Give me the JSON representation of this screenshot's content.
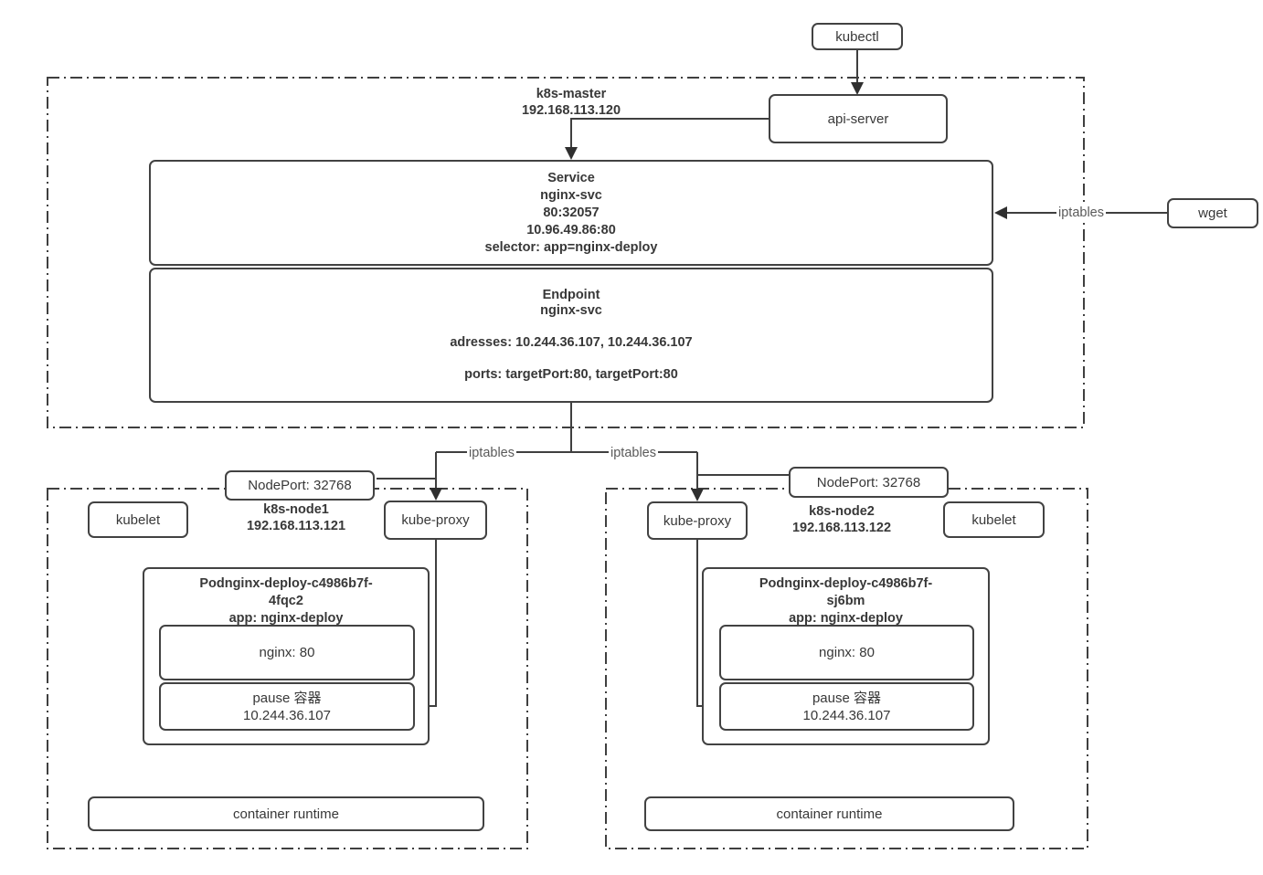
{
  "colors": {
    "stroke": "#3f3f3f",
    "text": "#383838",
    "muted_label": "#5a5a5a",
    "background": "#ffffff"
  },
  "kubectl": {
    "label": "kubectl"
  },
  "master": {
    "title": "k8s-master\n192.168.113.120",
    "api_server": "api-server",
    "service": "Service\nnginx-svc\n80:32057\n10.96.49.86:80\nselector: app=nginx-deploy",
    "endpoint": "Endpoint\nnginx-svc\n\nadresses: 10.244.36.107, 10.244.36.107\n\nports: targetPort:80, targetPort:80"
  },
  "wget": {
    "label": "wget"
  },
  "edges": {
    "iptables_wget": "iptables",
    "iptables_node1": "iptables",
    "iptables_node2": "iptables"
  },
  "node1": {
    "title": "k8s-node1\n192.168.113.121",
    "nodeport": "NodePort: 32768",
    "kubelet": "kubelet",
    "kube_proxy": "kube-proxy",
    "pod": {
      "title": "Podnginx-deploy-c4986b7f-\n4fqc2\napp: nginx-deploy",
      "nginx": "nginx: 80",
      "pause": "pause 容器\n10.244.36.107"
    },
    "container_runtime": "container runtime"
  },
  "node2": {
    "title": "k8s-node2\n192.168.113.122",
    "nodeport": "NodePort: 32768",
    "kubelet": "kubelet",
    "kube_proxy": "kube-proxy",
    "pod": {
      "title": "Podnginx-deploy-c4986b7f-\nsj6bm\napp: nginx-deploy",
      "nginx": "nginx: 80",
      "pause": "pause 容器\n10.244.36.107"
    },
    "container_runtime": "container runtime"
  }
}
